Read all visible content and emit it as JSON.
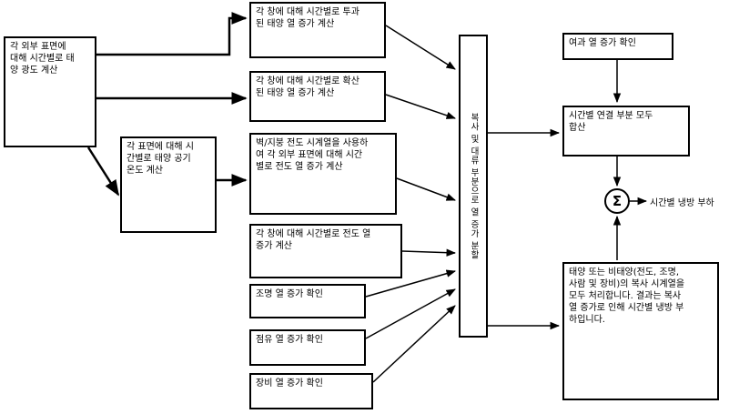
{
  "boxes": {
    "solar_intensity": "각 외부 표면에\n대해 시간별로 태\n양 광도 계산",
    "transmitted_solar": "각 창에 대해 시간별로 투과\n된 태양 열 증가 계산",
    "diffuse_solar": "각 창에 대해 시간별로 확산\n된 태양 열 증가 계산",
    "sol_air_temp": "각 표면에 대해 시\n간별로 태양 공기\n온도 계산",
    "wall_roof_conduction": "벽/지붕 전도 시계열을 사용하\n여 각 외부 표면에 대해 시간\n별로 전도 열 증가 계산",
    "window_conduction": "각 창에 대해 시간별로 전도 열\n증가 계산",
    "lighting": "조명 열 증가 확인",
    "occupancy": "점유 열 증가 확인",
    "equipment": "장비 열 증가 확인",
    "split_vertical": "복사 및 대류 부분으로 열 증가 분할",
    "surplus_heat": "여과 열 증가 확인",
    "sum_convective": "시간별 연결 부분 모두\n합산",
    "radiant_processing": "태양 또는 비태양(전도, 조명,\n사람 및 장비)의 복사 시계열을\n모두 처리합니다. 결과는 복사\n열 증가로 인해 시간별 냉방 부\n하입니다."
  },
  "sum_symbol": "Σ",
  "output_label": "시간별 냉방 부하"
}
